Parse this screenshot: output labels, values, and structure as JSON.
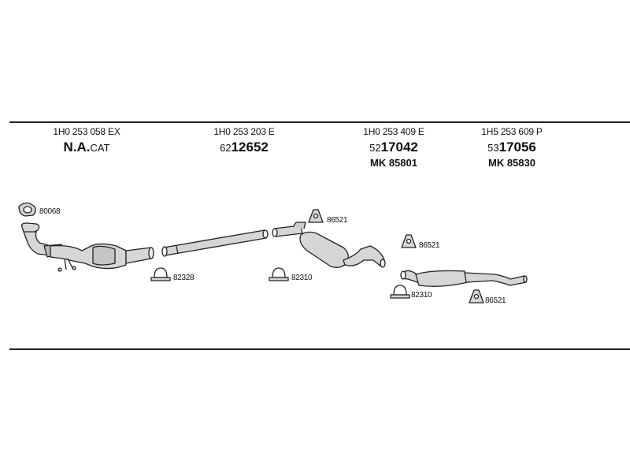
{
  "columns": [
    {
      "part_number": "1H0 253 058 EX",
      "code_main": "N.A.",
      "code_suffix": "CAT"
    },
    {
      "part_number": "1H0 253 203 E",
      "code_prefix": "62",
      "code_main": "12652"
    },
    {
      "part_number": "1H0 253 409 E",
      "code_prefix": "52",
      "code_main": "17042",
      "mk": "MK 85801"
    },
    {
      "part_number": "1H5 253 609 P",
      "code_prefix": "53",
      "code_main": "17056",
      "mk": "MK 85830"
    }
  ],
  "accessories": [
    {
      "code": "80068"
    },
    {
      "code": "82328"
    },
    {
      "code": "82310"
    },
    {
      "code": "86521"
    },
    {
      "code": "86521"
    },
    {
      "code": "82310"
    },
    {
      "code": "86521"
    }
  ]
}
